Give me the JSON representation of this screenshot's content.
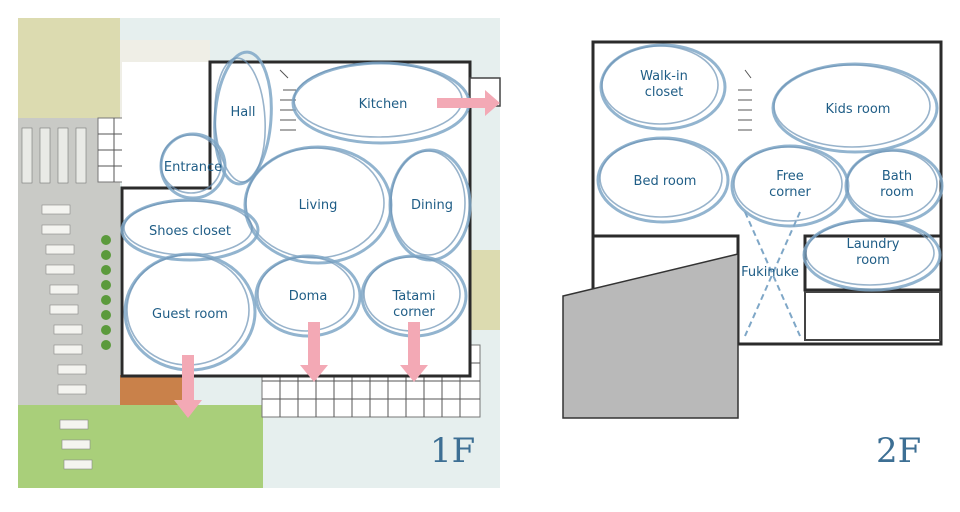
{
  "floors": [
    {
      "label": "1F",
      "rooms": [
        {
          "id": "hall",
          "name": "Hall"
        },
        {
          "id": "kitchen",
          "name": "Kitchen"
        },
        {
          "id": "entrance",
          "name": "Entrance"
        },
        {
          "id": "living",
          "name": "Living"
        },
        {
          "id": "dining",
          "name": "Dining"
        },
        {
          "id": "shoes-closet",
          "name": "Shoes closet"
        },
        {
          "id": "guest-room",
          "name": "Guest room"
        },
        {
          "id": "doma",
          "name": "Doma"
        },
        {
          "id": "tatami-corner",
          "name": "Tatami corner"
        }
      ]
    },
    {
      "label": "2F",
      "rooms": [
        {
          "id": "walk-in-closet",
          "name": "Walk-in closet"
        },
        {
          "id": "kids-room",
          "name": "Kids room"
        },
        {
          "id": "bed-room",
          "name": "Bed room"
        },
        {
          "id": "free-corner",
          "name": "Free corner"
        },
        {
          "id": "bath-room",
          "name": "Bath room"
        },
        {
          "id": "laundry-room",
          "name": "Laundry room"
        },
        {
          "id": "fukinuke",
          "name": "Fukinuke"
        }
      ]
    }
  ],
  "colors": {
    "bubble": "#7fa7c7",
    "label": "#1f5d86",
    "arrow": "#f3a9b5",
    "garden": "#a9cf7a",
    "paving": "#c9cac6",
    "deck": "#c9814a",
    "sky": "#e6efee"
  }
}
